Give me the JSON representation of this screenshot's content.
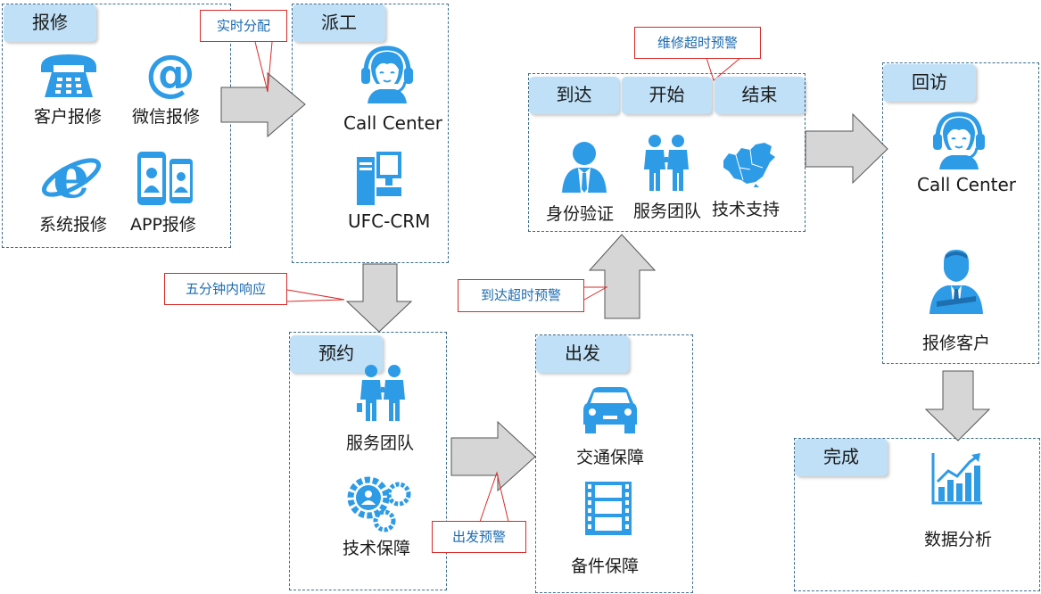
{
  "colors": {
    "icon": "#2d9be6",
    "tag": "#bfe0f7",
    "border": "#3d6f8e",
    "callout_border": "#d92a2a",
    "callout_text": "#1c6bb0",
    "arrow": "#d6d6d6"
  },
  "baoxiu": {
    "title": "报修",
    "phone": "客户报修",
    "wechat": "微信报修",
    "system": "系统报修",
    "app": "APP报修"
  },
  "paigong": {
    "title": "派工",
    "callcenter": "Call Center",
    "crm": "UFC-CRM"
  },
  "yuyue": {
    "title": "预约",
    "team": "服务团队",
    "tech": "技术保障"
  },
  "chufa": {
    "title": "出发",
    "traffic": "交通保障",
    "parts": "备件保障"
  },
  "xianchang": {
    "arrive": "到达",
    "start": "开始",
    "end": "结束",
    "identity": "身份验证",
    "team": "服务团队",
    "support": "技术支持"
  },
  "huifang": {
    "title": "回访",
    "callcenter": "Call Center",
    "customer": "报修客户"
  },
  "wancheng": {
    "title": "完成",
    "analysis": "数据分析"
  },
  "callouts": {
    "realtime": "实时分配",
    "five_min": "五分钟内响应",
    "arrive_timeout": "到达超时预警",
    "repair_timeout": "维修超时预警",
    "depart": "出发预警"
  },
  "icons": [
    "phone-icon",
    "at-sign-icon",
    "ie-browser-icon",
    "mobile-app-icon",
    "headset-agent-icon",
    "computer-icon",
    "team-icon",
    "gears-icon",
    "car-icon",
    "film-strip-icon",
    "id-user-icon",
    "china-map-icon",
    "businessman-icon",
    "bar-chart-icon"
  ]
}
